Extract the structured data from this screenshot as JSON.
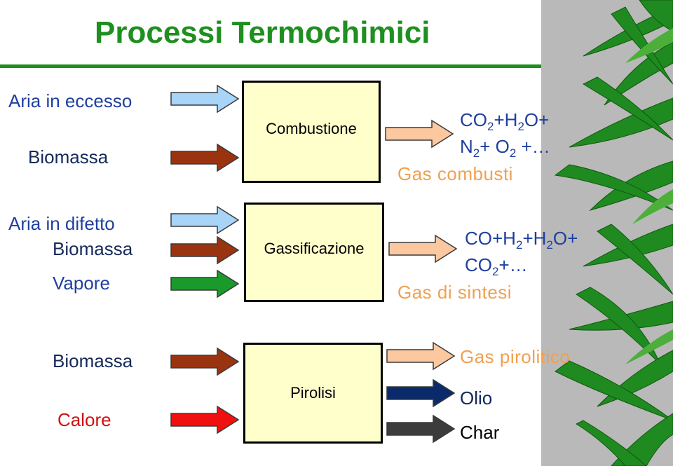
{
  "title": "Processi Termochimici",
  "colors": {
    "title_green": "#1f8f1f",
    "air_arrow": "#a8d4f8",
    "biomass_arrow": "#9a3410",
    "steam_arrow": "#1a9a2a",
    "heat_arrow": "#f01010",
    "output_arrow": "#fbc8a0",
    "oil_arrow": "#0a2a6a",
    "char_arrow": "#3c3c3c",
    "box_fill": "#ffffcc",
    "gas_label": "#f0a050"
  },
  "combustion": {
    "inputs": [
      "Aria in eccesso",
      "Biomassa"
    ],
    "process": "Combustione",
    "output_line1": [
      "CO",
      "2",
      "+H",
      "2",
      "O+"
    ],
    "output_line2": [
      "N",
      "2",
      "+ O",
      "2",
      " +…"
    ],
    "output_label": "Gas combusti"
  },
  "gasification": {
    "inputs": [
      "Aria in difetto",
      "Biomassa",
      "Vapore"
    ],
    "process": "Gassificazione",
    "output_line1": [
      "CO+H",
      "2",
      "+H",
      "2",
      "O+"
    ],
    "output_line2": [
      "CO",
      "2",
      "+…"
    ],
    "output_label": "Gas di sintesi"
  },
  "pyrolysis": {
    "inputs": [
      "Biomassa",
      "Calore"
    ],
    "process": "Pirolisi",
    "outputs": [
      "Gas pirolitico",
      "Olio",
      "Char"
    ]
  }
}
